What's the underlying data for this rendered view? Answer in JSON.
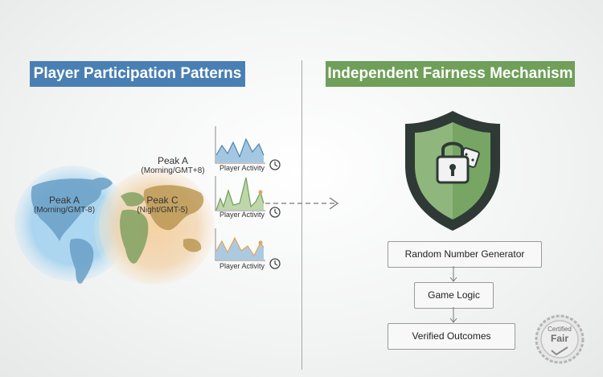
{
  "headers": {
    "left": "Player Participation Patterns",
    "right": "Independent Fairness Mechanism"
  },
  "peaks": [
    {
      "name": "Peak A",
      "timezone": "(Morning/GMT-8)"
    },
    {
      "name": "Peak A",
      "timezone": "(Morning/GMT+8)"
    },
    {
      "name": "Peak C",
      "timezone": "(Night/GMT-5)"
    }
  ],
  "activity_label": "Player Activity",
  "flow": {
    "rng": "Random Number Generator",
    "logic": "Game Logic",
    "verified": "Verified Outcomes"
  },
  "badge": {
    "line1": "Certified",
    "line2": "Fair"
  },
  "colors": {
    "blue": "#4a7fb3",
    "green": "#6f9f58",
    "globe_blue": "#8ec6ea",
    "globe_orange": "#f2c99a",
    "shield_dark": "#2f3a36",
    "shield_green": "#8fb67c"
  }
}
